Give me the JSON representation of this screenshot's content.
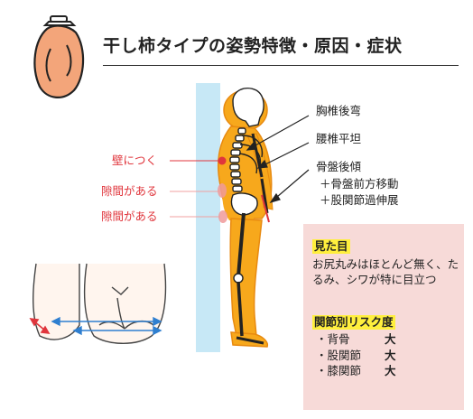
{
  "title": "干し柿タイプの姿勢特徴・原因・症状",
  "labels_right": {
    "thoracic": "胸椎後弯",
    "lumbar": "腰椎平坦",
    "pelvis": "骨盤後傾",
    "pelvis_sub1": "＋骨盤前方移動",
    "pelvis_sub2": "＋股関節過伸展"
  },
  "labels_left": {
    "wall_touch": "壁につく",
    "gap1": "隙間がある",
    "gap2": "隙間がある"
  },
  "info": {
    "appearance_heading": "見た目",
    "appearance_text": "お尻丸みはほとんど無く、たるみ、シワが特に目立つ",
    "risk_heading": "関節別リスク度",
    "risks": [
      {
        "joint": "・背骨",
        "level": "大"
      },
      {
        "joint": "・股関節",
        "level": "大"
      },
      {
        "joint": "・膝関節",
        "level": "大"
      }
    ]
  },
  "colors": {
    "body_fill": "#f7a81c",
    "body_outline": "#e88a10",
    "wall": "#c7e8f6",
    "persimmon": "#f3a57a",
    "accent_red": "#e0353c",
    "info_bg": "#f7dad8",
    "highlight": "#ffef3d",
    "arrow_blue": "#2f7fd0"
  }
}
